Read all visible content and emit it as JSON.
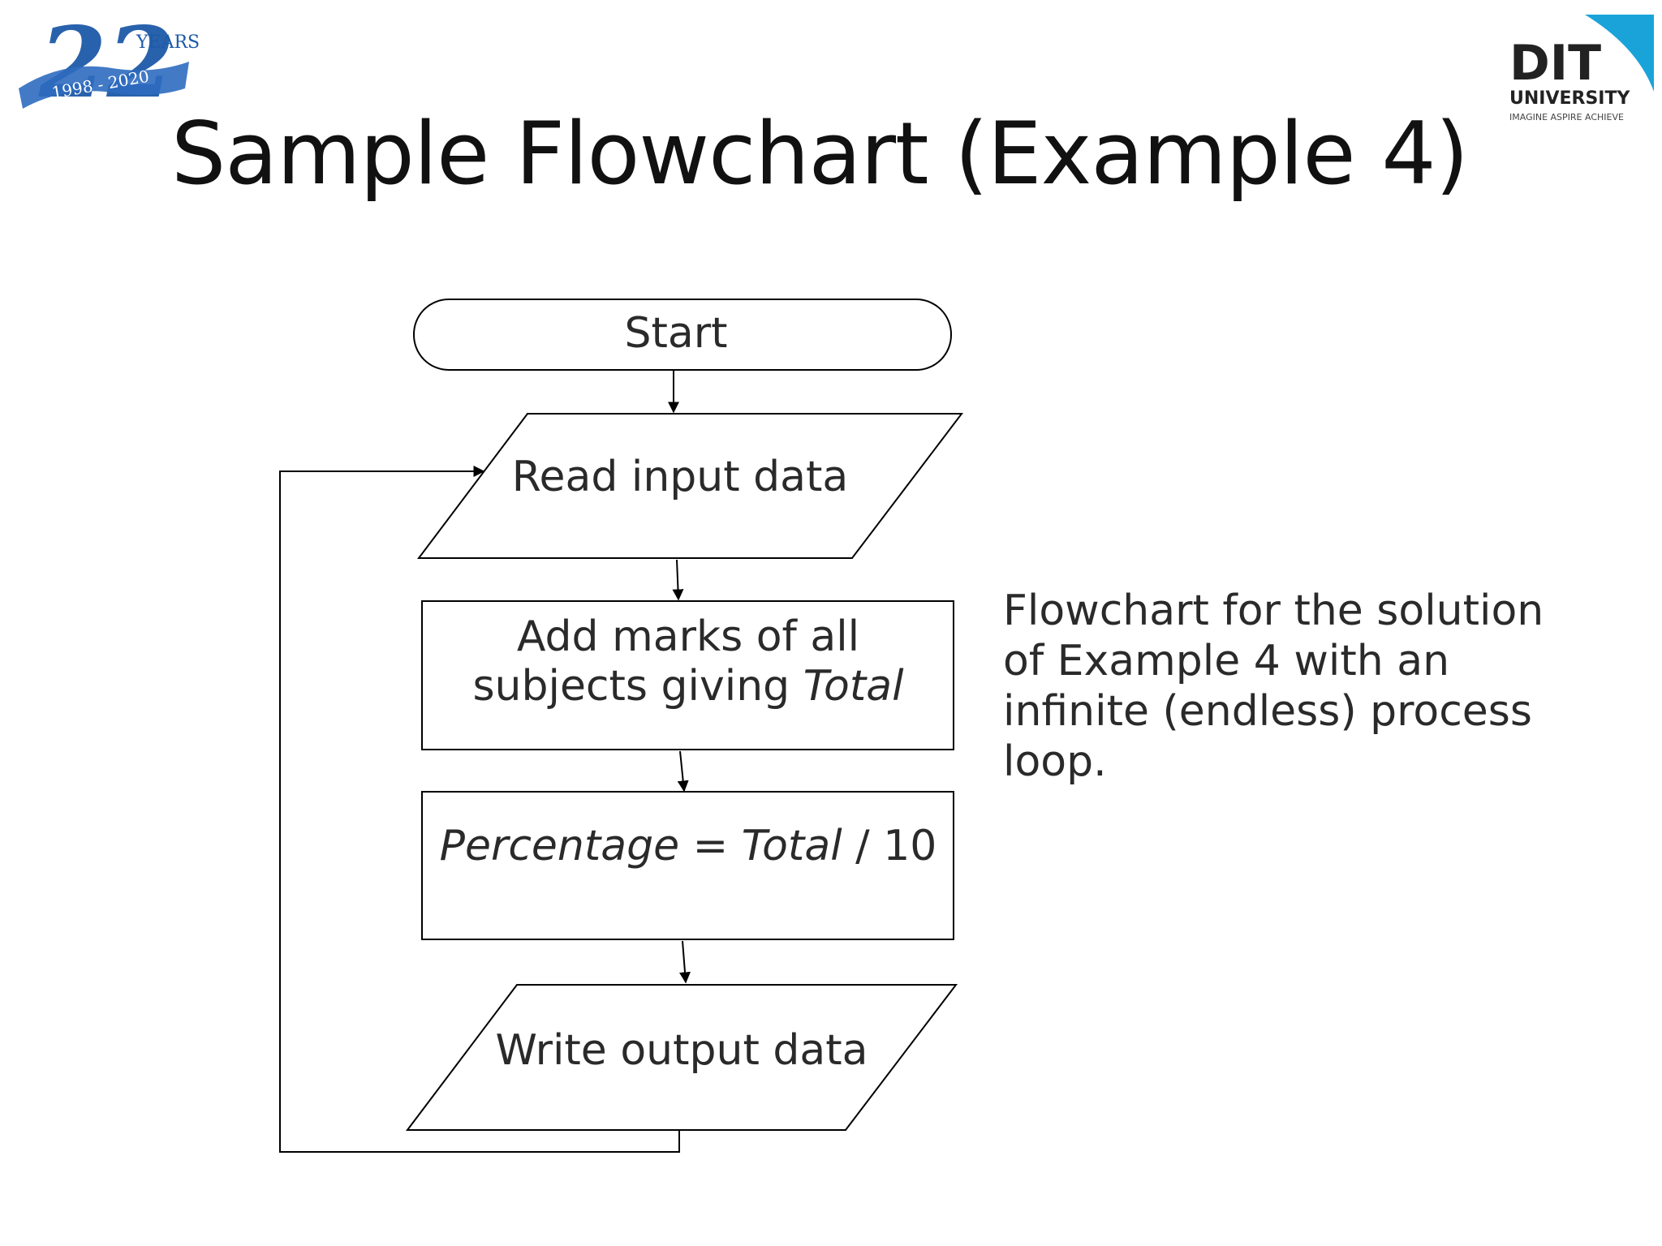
{
  "title": "Sample Flowchart (Example 4)",
  "logos": {
    "anniversary": {
      "number": "22",
      "years_word": "YEARS",
      "range": "1998 - 2020",
      "color": "#1e5aa8"
    },
    "university": {
      "name": "DIT",
      "sub": "UNIVERSITY",
      "tagline": "IMAGINE  ASPIRE  ACHIEVE",
      "accent": "#1aa3d9"
    }
  },
  "flowchart": {
    "start": "Start",
    "read": "Read input data",
    "add_line1": "Add marks of all",
    "add_line2_prefix": "subjects giving ",
    "add_line2_italic": "Total",
    "percentage_italic1": "Percentage",
    "percentage_mid": " = ",
    "percentage_italic2": "Total",
    "percentage_end": " / 10",
    "write": "Write output data"
  },
  "note": "Flowchart for the solution\nof Example 4 with an\ninfinite (endless) process\nloop."
}
